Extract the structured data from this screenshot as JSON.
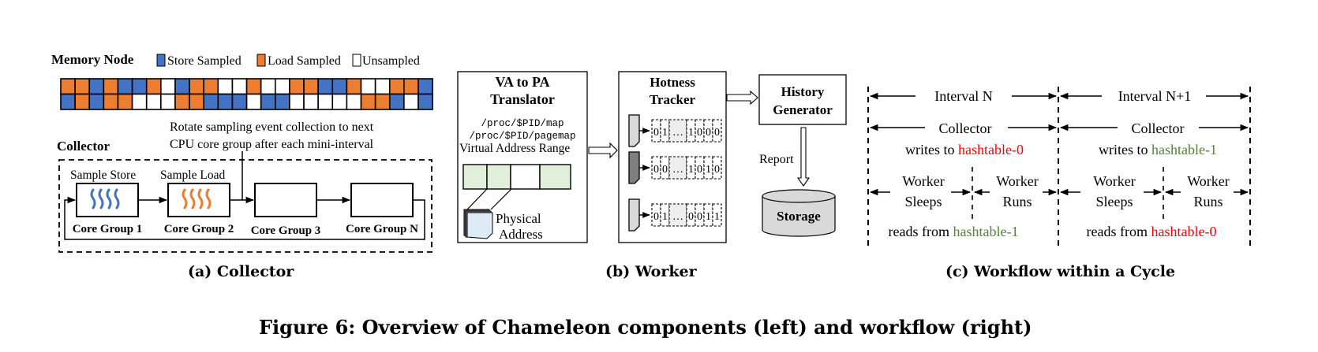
{
  "figure": {
    "title": "Figure 6: Overview of Chameleon components (left) and workflow (right)",
    "subcaptions": {
      "a": "(a) Collector",
      "b": "(b) Worker",
      "c": "(c) Workflow within a Cycle"
    }
  },
  "collector_panel": {
    "memory_node_label": "Memory Node",
    "legend": [
      {
        "label": "Store Sampled",
        "state": "store",
        "color": "#4472c4"
      },
      {
        "label": "Load Sampled",
        "state": "load",
        "color": "#ed7d31"
      },
      {
        "label": "Unsampled",
        "state": "unsampled",
        "color": "#ffffff"
      }
    ],
    "memory_grid": {
      "legend_key": {
        "S": "store",
        "L": "load",
        "U": "unsampled"
      },
      "rows": [
        [
          "L",
          "L",
          "S",
          "L",
          "S",
          "S",
          "L",
          "U",
          "S",
          "L",
          "L",
          "U",
          "U",
          "L",
          "U",
          "U",
          "L",
          "L",
          "S",
          "S",
          "L",
          "U",
          "U",
          "L",
          "L",
          "S"
        ],
        [
          "S",
          "L",
          "S",
          "L",
          "L",
          "U",
          "U",
          "U",
          "L",
          "L",
          "S",
          "S",
          "S",
          "U",
          "S",
          "S",
          "U",
          "U",
          "U",
          "U",
          "U",
          "L",
          "L",
          "S",
          "U",
          "S"
        ]
      ]
    },
    "collector_label": "Collector",
    "rotate_note_line1": "Rotate sampling event collection to next",
    "rotate_note_line2": "CPU core group after each mini-interval",
    "core_groups": [
      {
        "label": "Core Group 1",
        "top_label": "Sample Store",
        "activity": "store",
        "activity_color": "#4472c4"
      },
      {
        "label": "Core Group 2",
        "top_label": "Sample Load",
        "activity": "load",
        "activity_color": "#ed7d31"
      },
      {
        "label": "Core Group 3",
        "top_label": "",
        "activity": "none"
      },
      {
        "label": "Core Group N",
        "top_label": "",
        "activity": "none"
      }
    ]
  },
  "worker_panel": {
    "translator": {
      "title_line1": "VA to PA",
      "title_line2": "Translator",
      "path1": "/proc/$PID/map",
      "path2": "/proc/$PID/pagemap",
      "va_range_label": "Virtual Address Range",
      "va_cells": [
        "mapped",
        "mapped",
        "unmapped",
        "mapped"
      ],
      "va_mapped_color": "#e2efda",
      "pa_label_line1": "Physical",
      "pa_label_line2": "Address",
      "pa_page_color": "#deebf7"
    },
    "hotness_tracker": {
      "title_line1": "Hotness",
      "title_line2": "Tracker",
      "entries": [
        {
          "page_color": "#d9d9d9",
          "bits": [
            "0",
            "1",
            "…",
            "1",
            "0",
            "0",
            "0"
          ]
        },
        {
          "page_color": "#7f7f7f",
          "bits": [
            "0",
            "0",
            "…",
            "1",
            "0",
            "1",
            "0"
          ]
        },
        {
          "page_color": "#d9d9d9",
          "bits": [
            "0",
            "1",
            "…",
            "0",
            "0",
            "1",
            "1"
          ]
        }
      ]
    },
    "history_generator": {
      "title_line1": "History",
      "title_line2": "Generator"
    },
    "report_label": "Report",
    "storage_label": "Storage"
  },
  "workflow_panel": {
    "intervals": [
      {
        "label": "Interval N",
        "collector_label": "Collector",
        "writes_prefix": "writes to ",
        "writes_table": "hashtable-0",
        "writes_color": "#ff0000",
        "worker_sleeps_line1": "Worker",
        "worker_sleeps_line2": "Sleeps",
        "worker_runs_line1": "Worker",
        "worker_runs_line2": "Runs",
        "reads_prefix": "reads from ",
        "reads_table": "hashtable-1",
        "reads_color": "#548235"
      },
      {
        "label": "Interval N+1",
        "collector_label": "Collector",
        "writes_prefix": "writes to ",
        "writes_table": "hashtable-1",
        "writes_color": "#548235",
        "worker_sleeps_line1": "Worker",
        "worker_sleeps_line2": "Sleeps",
        "worker_runs_line1": "Worker",
        "worker_runs_line2": "Runs",
        "reads_prefix": "reads from ",
        "reads_table": "hashtable-0",
        "reads_color": "#ff0000"
      }
    ]
  }
}
